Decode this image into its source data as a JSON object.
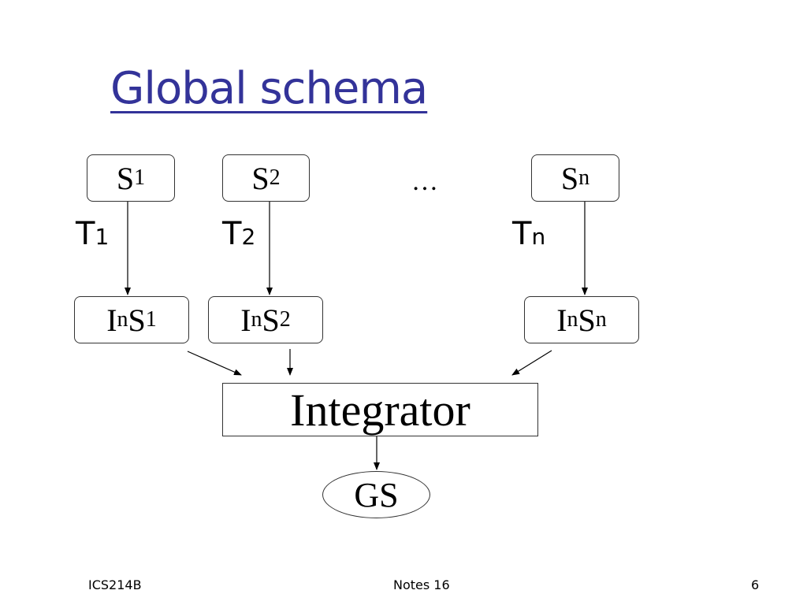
{
  "title": "Global schema",
  "sources": [
    {
      "base": "S",
      "sub": "1"
    },
    {
      "base": "S",
      "sub": "2"
    },
    {
      "base": "S",
      "sub": "n"
    }
  ],
  "ellipsis": "…",
  "transforms": [
    {
      "base": "T",
      "sub": "1"
    },
    {
      "base": "T",
      "sub": "2"
    },
    {
      "base": "T",
      "sub": "n"
    }
  ],
  "integrated_sources": [
    {
      "p1": "I",
      "p2": "n",
      "p3": "S",
      "p4": "1"
    },
    {
      "p1": "I",
      "p2": "n",
      "p3": "S",
      "p4": "2"
    },
    {
      "p1": "I",
      "p2": "n",
      "p3": "S",
      "p4": "n"
    }
  ],
  "integrator": "Integrator",
  "global_schema": "GS",
  "footer": {
    "left": "ICS214B",
    "center": "Notes 16",
    "right": "6"
  },
  "colors": {
    "title": "#333399",
    "lines": "#000000"
  }
}
